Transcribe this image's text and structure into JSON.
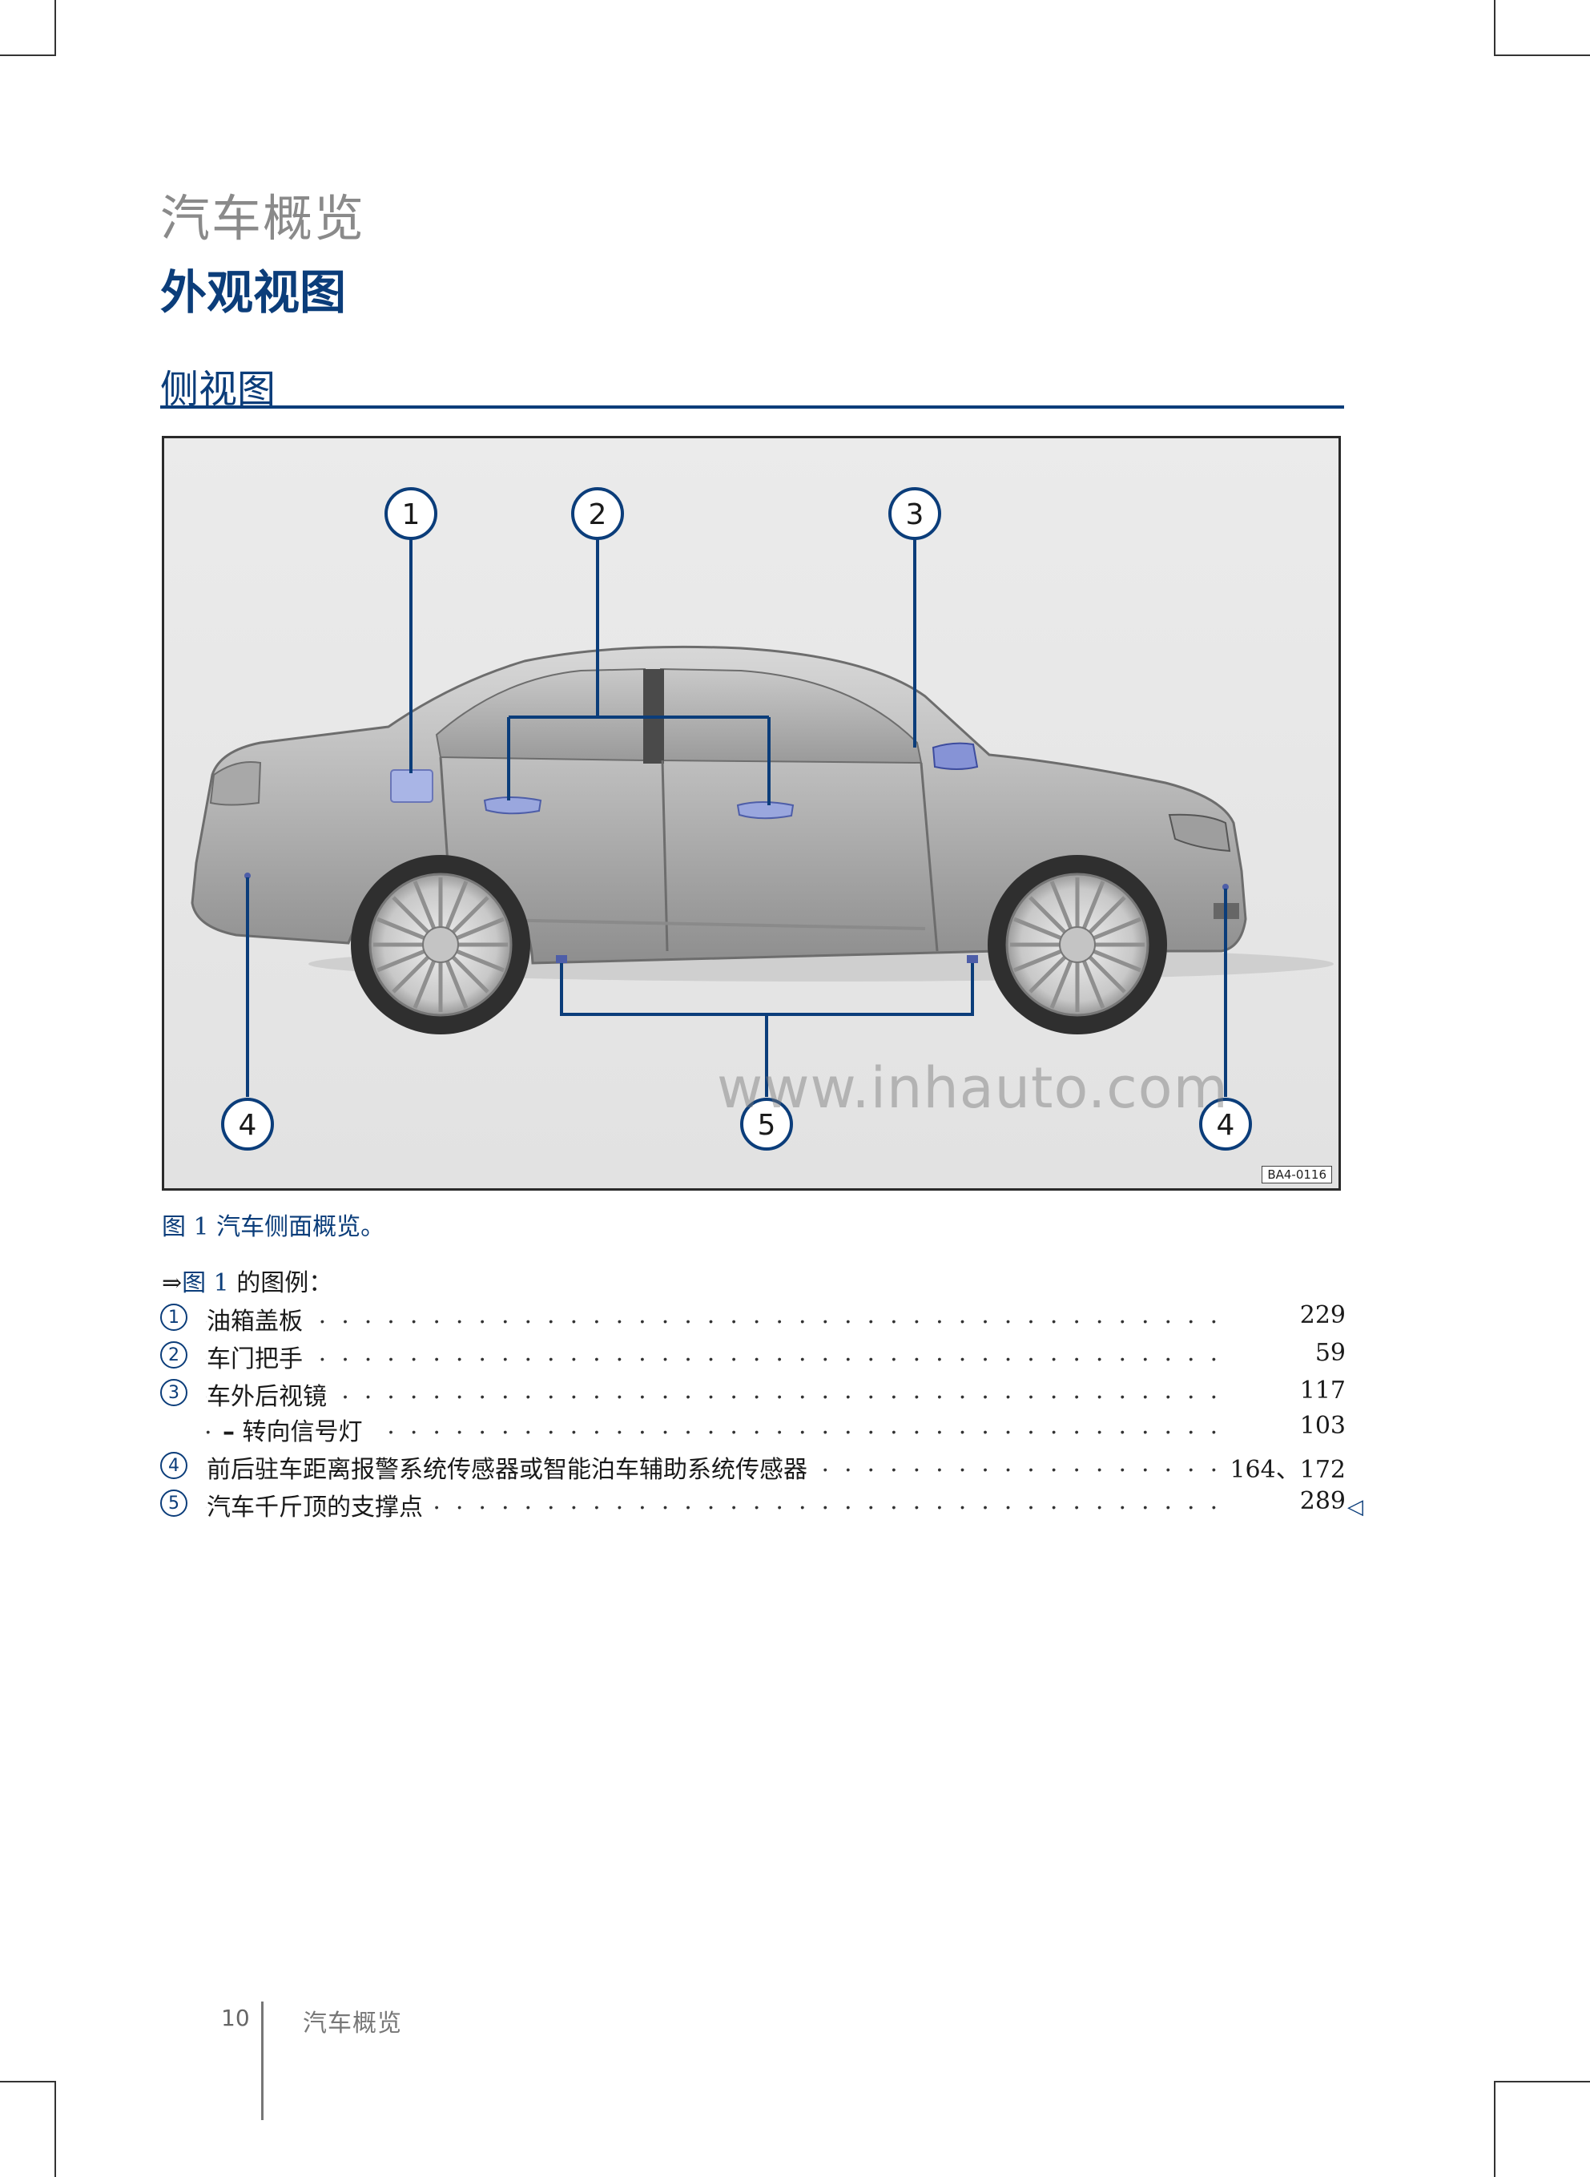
{
  "chapter_title": "汽车概览",
  "page_title": "外观视图",
  "section_title": "侧视图",
  "figure": {
    "callouts": [
      "1",
      "2",
      "3",
      "4",
      "5",
      "4"
    ],
    "code": "BA4-0116",
    "watermark": "www.inhauto.com",
    "caption": "图 1 汽车侧面概览。"
  },
  "legend": {
    "intro_arrow": "⇒",
    "intro_ref": "图 1",
    "intro_text": " 的图例：",
    "items": [
      {
        "num": "1",
        "label": "油箱盖板",
        "page": "229"
      },
      {
        "num": "2",
        "label": "车门把手",
        "page": "59"
      },
      {
        "num": "3",
        "label": "车外后视镜",
        "page": "117"
      },
      {
        "num": "",
        "dash": "–",
        "label": "转向信号灯",
        "page": "103"
      },
      {
        "num": "4",
        "label": "前后驻车距离报警系统传感器或智能泊车辅助系统传感器",
        "page": "164、172"
      },
      {
        "num": "5",
        "label": "汽车千斤顶的支撑点",
        "page": "289"
      }
    ],
    "end_mark": "◁"
  },
  "footer": {
    "page_number": "10",
    "chapter": "汽车概览"
  }
}
